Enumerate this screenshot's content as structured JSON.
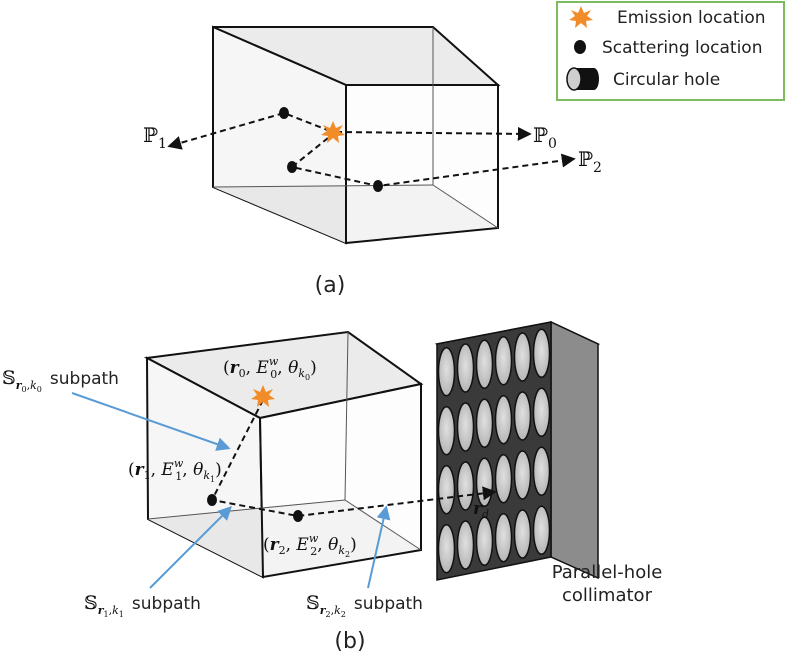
{
  "legend": {
    "items": [
      {
        "label": "Emission location",
        "icon": "emission-star-icon"
      },
      {
        "label": "Scattering location",
        "icon": "scatter-dot-icon"
      },
      {
        "label": "Circular hole",
        "icon": "circular-hole-icon"
      }
    ],
    "border_color": "#7dbb5e"
  },
  "panel_a": {
    "label": "(a)",
    "paths": [
      {
        "symbol": "ℙ",
        "sub": "1"
      },
      {
        "symbol": "ℙ",
        "sub": "0"
      },
      {
        "symbol": "ℙ",
        "sub": "2"
      }
    ]
  },
  "panel_b": {
    "label": "(b)",
    "emission": {
      "r": "r",
      "r_sub": "0",
      "E": "E",
      "E_sub": "0",
      "E_sup": "w",
      "theta": "θ",
      "k_sub": "k",
      "k_subsub": "0"
    },
    "scatter1": {
      "r": "r",
      "r_sub": "1",
      "E": "E",
      "E_sub": "1",
      "E_sup": "w",
      "theta": "θ",
      "k_sub": "k",
      "k_subsub": "1"
    },
    "scatter2": {
      "r": "r",
      "r_sub": "2",
      "E": "E",
      "E_sub": "2",
      "E_sup": "w",
      "theta": "θ",
      "k_sub": "k",
      "k_subsub": "2"
    },
    "detector_point": {
      "r": "r",
      "sub": "d"
    },
    "subpaths": [
      {
        "symbol": "𝕊",
        "r": "r",
        "r_sub": "0",
        "k": "k",
        "k_sub": "0",
        "word": "subpath"
      },
      {
        "symbol": "𝕊",
        "r": "r",
        "r_sub": "1",
        "k": "k",
        "k_sub": "1",
        "word": "subpath"
      },
      {
        "symbol": "𝕊",
        "r": "r",
        "r_sub": "2",
        "k": "k",
        "k_sub": "2",
        "word": "subpath"
      }
    ],
    "collimator_label_line1": "Parallel-hole",
    "collimator_label_line2": "collimator"
  },
  "colors": {
    "emission": "#f28c28",
    "pointer": "#5b9bd5",
    "hole_fill": "#c8c8c8",
    "collimator_face": "#3a3a3a"
  }
}
